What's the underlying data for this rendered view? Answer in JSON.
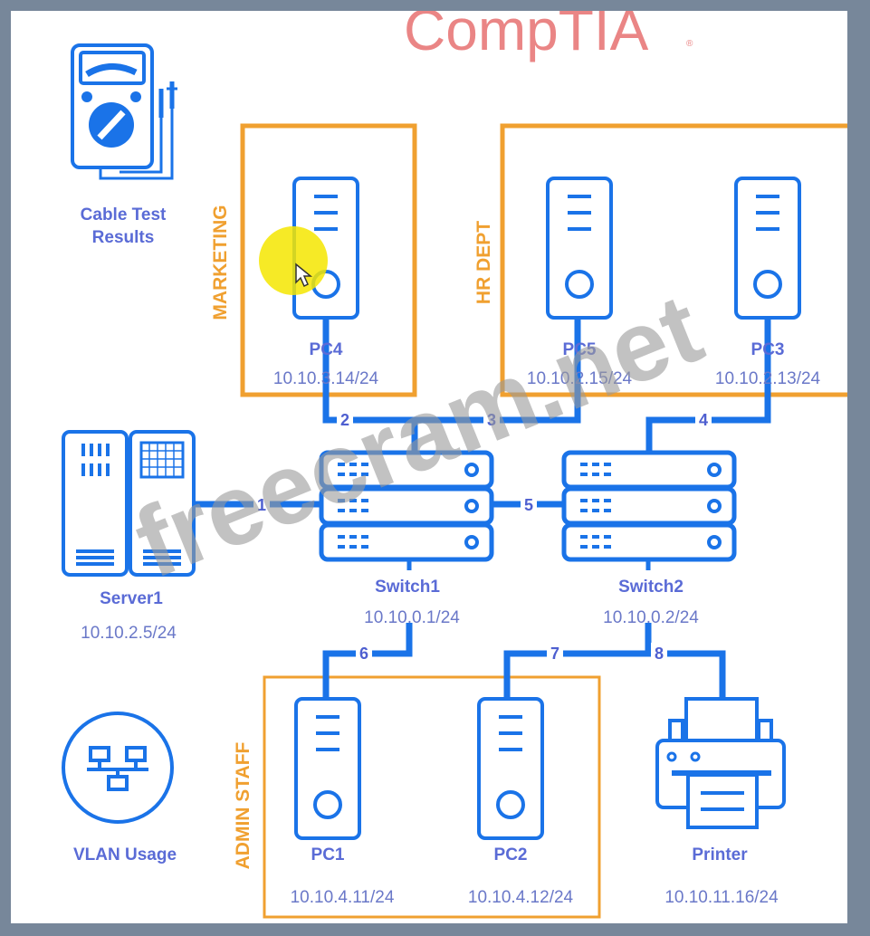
{
  "logo": {
    "text": "CompTIA",
    "registered": "®"
  },
  "watermark": "freecram.net",
  "colors": {
    "device_blue": "#1a73e8",
    "dept_orange": "#f0a030",
    "label_purple": "#5a6bd6",
    "logo_pink": "#ea8585"
  },
  "tools": {
    "cable_test": {
      "label_line1": "Cable Test",
      "label_line2": "Results",
      "icon": "multimeter-icon"
    },
    "vlan_usage": {
      "label": "VLAN Usage",
      "icon": "network-topology-icon"
    }
  },
  "departments": {
    "marketing": "MARKETING",
    "hr": "HR DEPT",
    "admin": "ADMIN STAFF"
  },
  "devices": {
    "pc4": {
      "name": "PC4",
      "ip": "10.10.3.14/24"
    },
    "pc5": {
      "name": "PC5",
      "ip": "10.10.2.15/24"
    },
    "pc3": {
      "name": "PC3",
      "ip": "10.10.2.13/24"
    },
    "server1": {
      "name": "Server1",
      "ip": "10.10.2.5/24"
    },
    "switch1": {
      "name": "Switch1",
      "ip": "10.10.0.1/24"
    },
    "switch2": {
      "name": "Switch2",
      "ip": "10.10.0.2/24"
    },
    "pc1": {
      "name": "PC1",
      "ip": "10.10.4.11/24"
    },
    "pc2": {
      "name": "PC2",
      "ip": "10.10.4.12/24"
    },
    "printer": {
      "name": "Printer",
      "ip": "10.10.11.16/24"
    }
  },
  "links": {
    "l1": "1",
    "l2": "2",
    "l3": "3",
    "l4": "4",
    "l5": "5",
    "l6": "6",
    "l7": "7",
    "l8": "8"
  }
}
